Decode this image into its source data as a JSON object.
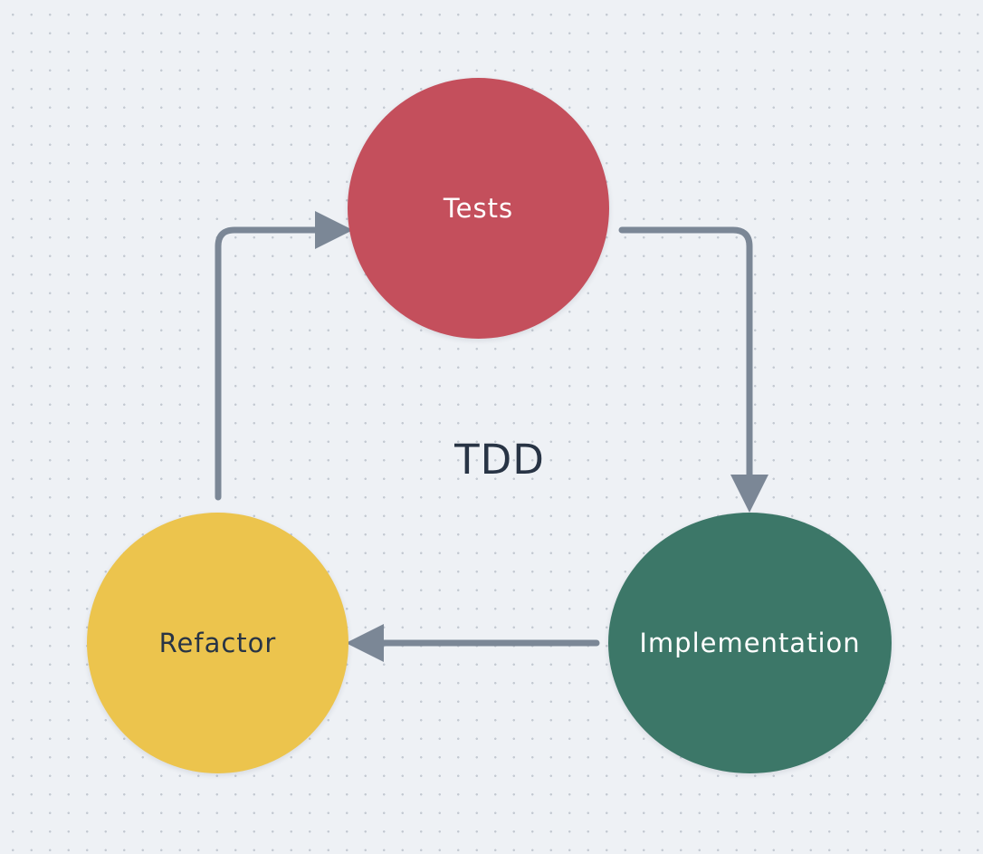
{
  "title": "TDD",
  "nodes": {
    "tests": {
      "label": "Tests",
      "color": "#c44f5c",
      "text_color": "#ffffff"
    },
    "implementation": {
      "label": "Implementation",
      "color": "#3c7768",
      "text_color": "#ffffff"
    },
    "refactor": {
      "label": "Refactor",
      "color": "#ecc44d",
      "text_color": "#283445"
    }
  },
  "colors": {
    "background": "#eef1f5",
    "arrow": "#7b8796",
    "title": "#283445"
  },
  "edges": [
    {
      "from": "Tests",
      "to": "Implementation"
    },
    {
      "from": "Implementation",
      "to": "Refactor"
    },
    {
      "from": "Refactor",
      "to": "Tests"
    }
  ]
}
